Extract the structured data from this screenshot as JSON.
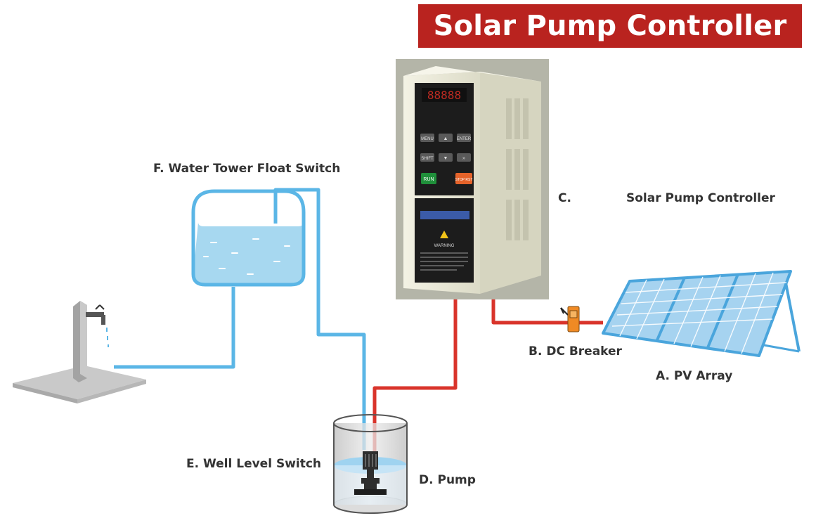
{
  "title": "Solar Pump Controller",
  "labels": {
    "float_switch": "F. Water Tower Float Switch",
    "controller_letter": "C.",
    "controller_name": "Solar Pump Controller",
    "dc_breaker": "B. DC Breaker",
    "pv_array": "A. PV Array",
    "well_level_switch": "E. Well Level Switch",
    "pump": "D. Pump"
  },
  "controller_panel": {
    "display": "88888",
    "keys": [
      "MENU",
      "▲",
      "ENTER",
      "SHIFT",
      "▼",
      "»",
      "RUN",
      "STOP RST"
    ],
    "warning_title": "WARNING"
  },
  "colors": {
    "banner": "#b9231f",
    "water_pipe": "#5bb6e6",
    "power_wire": "#d9342b",
    "controller_body": "#ecebd9",
    "solar_panel": "#4aa5dc"
  }
}
